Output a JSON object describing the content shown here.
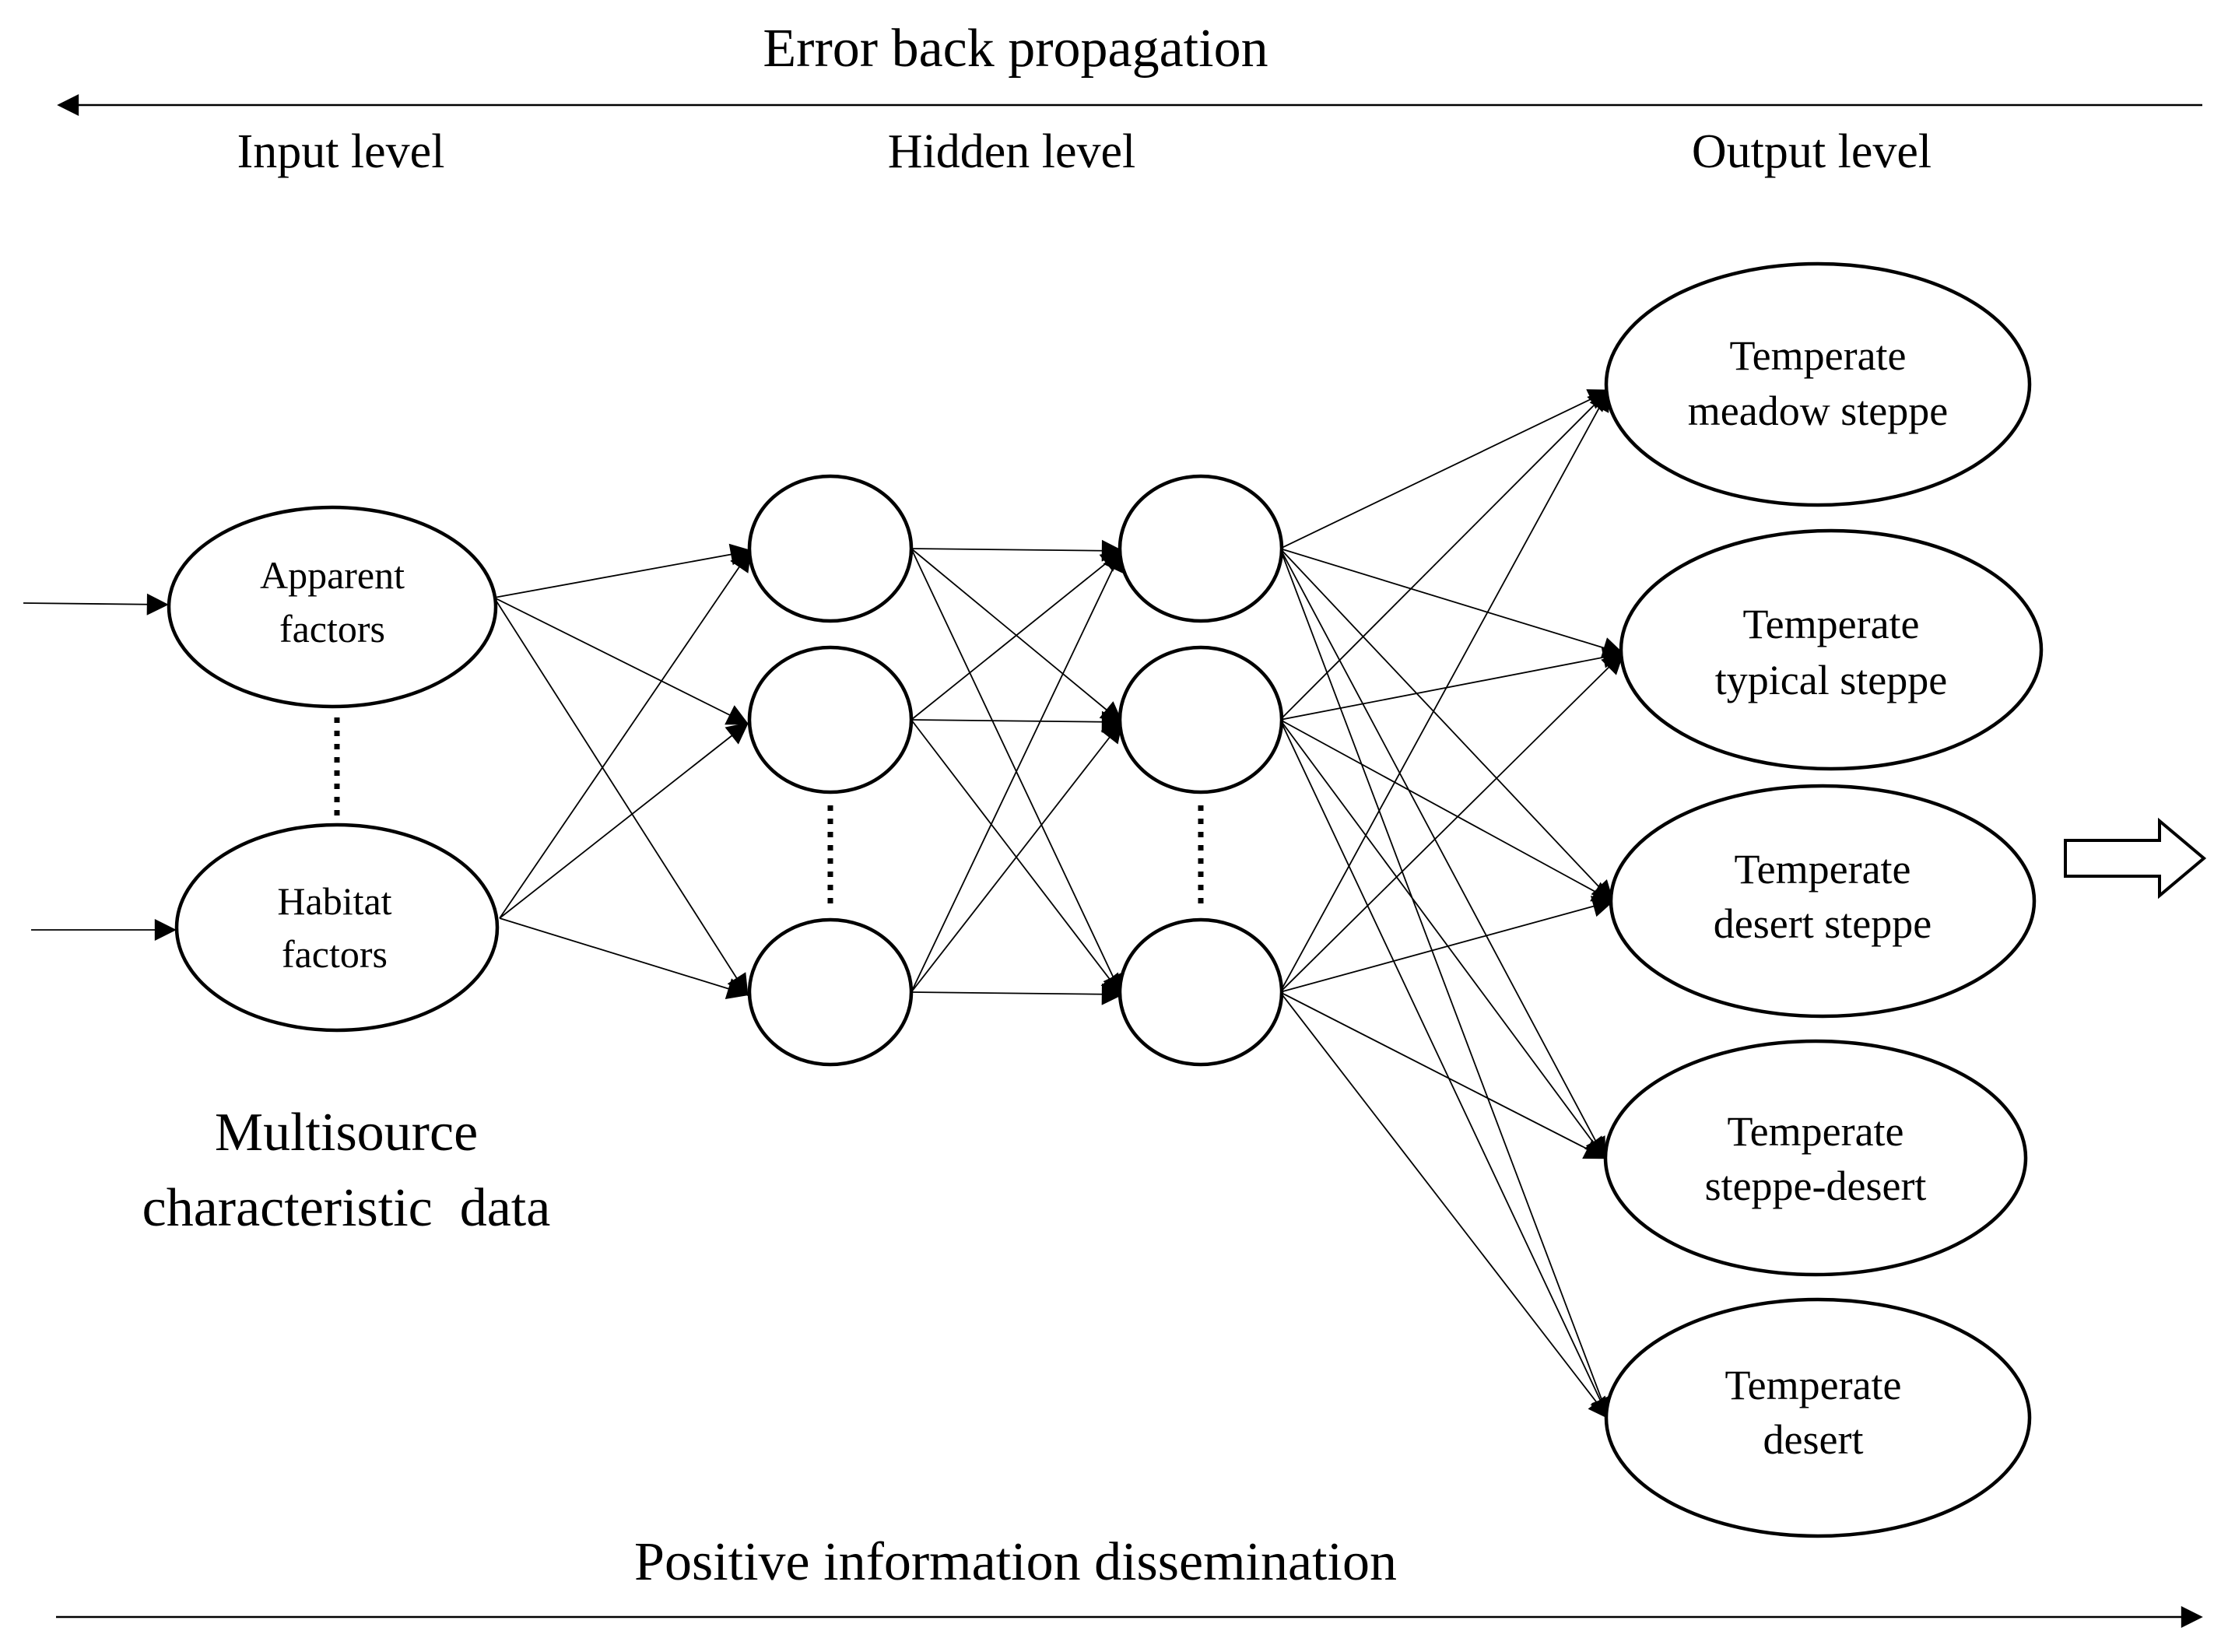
{
  "top_arrow_label": "Error back propagation",
  "bottom_arrow_label": "Positive information dissemination",
  "level_labels": {
    "input": "Input level",
    "hidden": "Hidden level",
    "output": "Output level"
  },
  "input_caption": [
    "Multisource",
    "characteristic  data"
  ],
  "input_nodes": [
    {
      "lines": [
        "Apparent",
        "factors"
      ]
    },
    {
      "lines": [
        "Habitat",
        "factors"
      ]
    }
  ],
  "output_nodes": [
    {
      "lines": [
        "Temperate",
        "meadow steppe"
      ]
    },
    {
      "lines": [
        "Temperate",
        "typical steppe"
      ]
    },
    {
      "lines": [
        "Temperate",
        "desert  steppe"
      ]
    },
    {
      "lines": [
        "Temperate",
        "steppe-desert"
      ]
    },
    {
      "lines": [
        "Temperate",
        "desert"
      ]
    }
  ]
}
